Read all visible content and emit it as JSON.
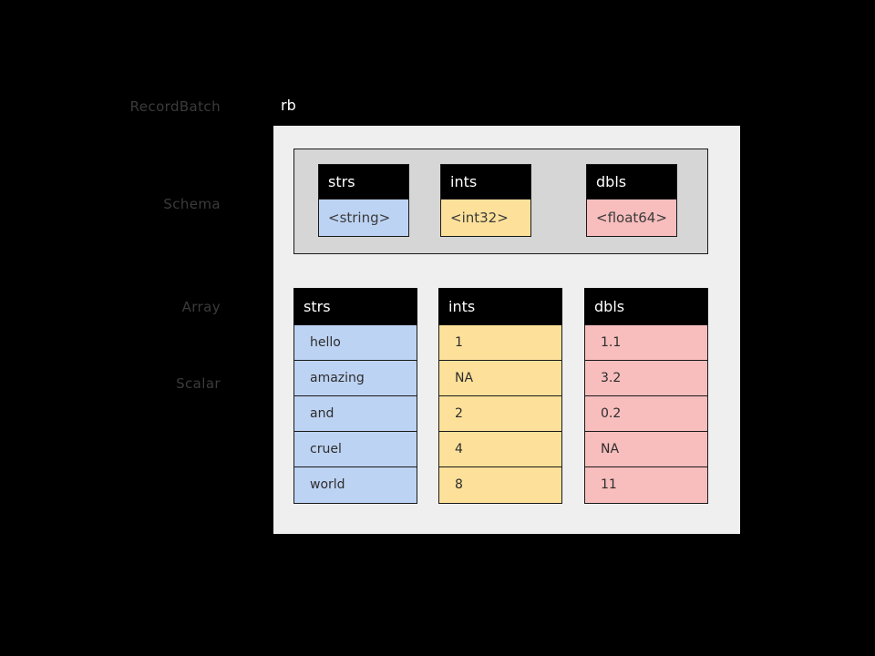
{
  "labels": {
    "recordbatch": "RecordBatch",
    "schema": "Schema",
    "array": "Array",
    "scalar": "Scalar"
  },
  "recordbatch": {
    "name": "rb"
  },
  "schema": {
    "fields": [
      {
        "name": "strs",
        "type": "<string>",
        "color": "#bdd3f3"
      },
      {
        "name": "ints",
        "type": "<int32>",
        "color": "#fde19a"
      },
      {
        "name": "dbls",
        "type": "<float64>",
        "color": "#f8bdbd"
      }
    ]
  },
  "arrays": [
    {
      "name": "strs",
      "color": "#bdd3f3",
      "values": [
        "hello",
        "amazing",
        "and",
        "cruel",
        "world"
      ]
    },
    {
      "name": "ints",
      "color": "#fde19a",
      "values": [
        "1",
        "NA",
        "2",
        "4",
        "8"
      ]
    },
    {
      "name": "dbls",
      "color": "#f8bdbd",
      "values": [
        "1.1",
        "3.2",
        "0.2",
        "NA",
        "11"
      ]
    }
  ],
  "theme": {
    "background": "#000000",
    "container_bg": "#efefef",
    "schema_group_bg": "#d6d6d6",
    "header_bg": "#000000",
    "label_color": "#3b3b3b",
    "border_color": "#1a1a1a"
  }
}
